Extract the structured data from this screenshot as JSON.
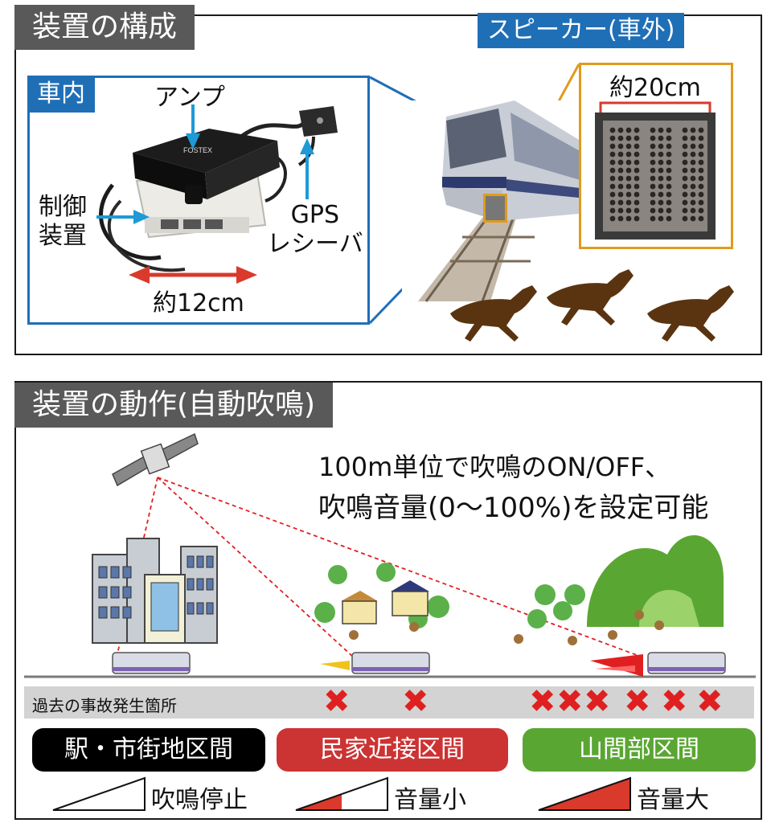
{
  "top": {
    "title": "装置の構成",
    "speaker_label": "スピーカー(車外)",
    "interior_label": "車内",
    "amp_label": "アンプ",
    "control_label": "制御\n装置",
    "gps_label": "GPS\nレシーバ",
    "width_12": "約12cm",
    "width_20": "約20cm",
    "brand_text": "FOSTEX"
  },
  "bottom": {
    "title": "装置の動作(自動吹鳴)",
    "desc_line1": "100m単位で吹鳴のON/OFF、",
    "desc_line2": "吹鳴音量(0～100%)を設定可能",
    "accident_label": "過去の事故発生箇所",
    "marks": [
      "✖",
      "✖",
      "✖",
      "✖",
      "✖",
      "✖",
      "✖",
      "✖"
    ],
    "zones": [
      {
        "label": "駅・市街地区間",
        "color": "#000000",
        "volume_label": "吹鳴停止",
        "volume_fill": 0.0
      },
      {
        "label": "民家近接区間",
        "color": "#cc3333",
        "volume_label": "音量小",
        "volume_fill": 0.5
      },
      {
        "label": "山間部区間",
        "color": "#5aa632",
        "volume_label": "音量大",
        "volume_fill": 1.0
      }
    ]
  },
  "colors": {
    "title_bg": "#595959",
    "accent_blue": "#1f6fb7",
    "accent_orange": "#e09b1c",
    "arrow_red": "#d93a2b",
    "mark_red": "#e02020",
    "deer_brown": "#5a3410"
  }
}
